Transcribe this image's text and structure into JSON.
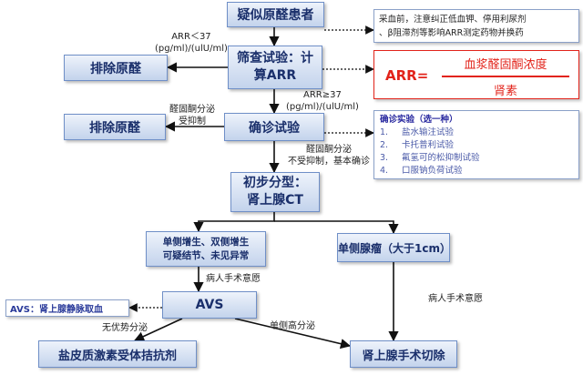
{
  "nodes": {
    "suspected": "疑似原醛患者",
    "screening_line1": "筛查试验：计",
    "screening_line2": "算ARR",
    "exclude_top": "排除原醛",
    "confirm": "确诊试验",
    "exclude_mid": "排除原醛",
    "typing_line1": "初步分型：",
    "typing_line2": "肾上腺CT",
    "bilateral_line1": "单侧增生、双侧增生",
    "bilateral_line2": "可疑结节、未见异常",
    "unilateral": "单侧腺瘤（大于1cm）",
    "avs": "AVS",
    "avs_def": "AVS：肾上腺静脉取血",
    "mineral": "盐皮质激素受体拮抗剂",
    "surgery": "肾上腺手术切除"
  },
  "notes": {
    "pre_test_line1": "采血前，注意纠正低血钾、停用利尿剂",
    "pre_test_line2": "、β阻滞剂等影响ARR测定药物并换药",
    "arr_label": "ARR=",
    "arr_numerator": "血浆醛固酮浓度",
    "arr_denominator": "肾素",
    "confirm_title": "确诊实验（选一种）",
    "confirm_items": [
      "盐水输注试验",
      "卡托普利试验",
      "氟氢可的松抑制试验",
      "口服钠负荷试验"
    ],
    "confirm_nums": [
      "1.",
      "2.",
      "3.",
      "4."
    ]
  },
  "labels": {
    "arr_low_line1": "ARR＜37",
    "arr_low_line2": "(pg/ml)/(ulU/ml)",
    "arr_high_line1": "ARR≥37",
    "arr_high_line2": "(pg/ml)/(ulU/ml)",
    "suppressed_line1": "醛固酮分泌",
    "suppressed_line2": "受抑制",
    "not_suppressed_line1": "醛固酮分泌",
    "not_suppressed_line2": "不受抑制，基本确诊",
    "consent_left": "病人手术意愿",
    "consent_right": "病人手术意愿",
    "no_dominance": "无优势分泌",
    "unilateral_secretion": "单侧高分泌"
  },
  "colors": {
    "box_text": "#1a2f6b",
    "box_border": "#6f8fc7",
    "arr_red": "#e2231a",
    "confirm_title": "#2a2aa0",
    "confirm_item": "#4a5aa8",
    "avs_def_text": "#2a3a9a"
  }
}
